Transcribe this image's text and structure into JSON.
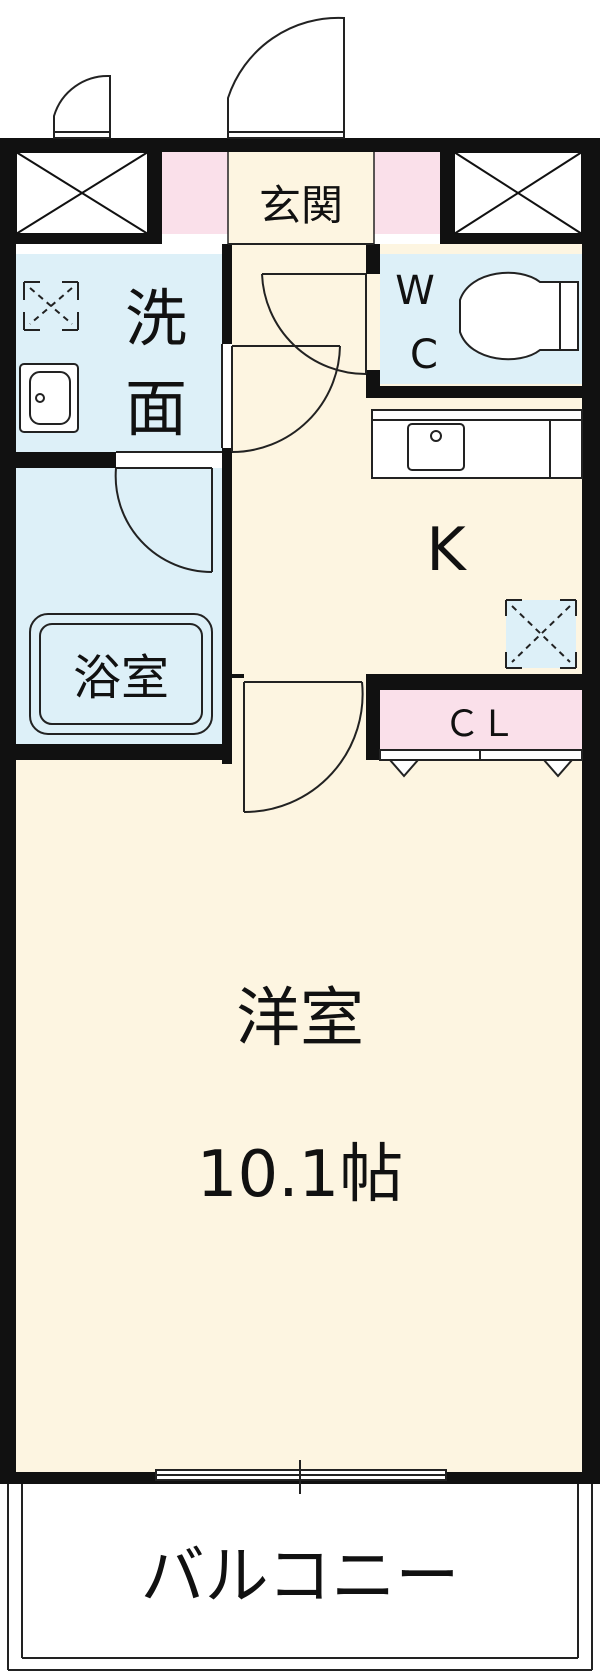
{
  "labels": {
    "entrance": "玄関",
    "wc_w": "W",
    "wc_c": "C",
    "washroom_line1": "洗",
    "washroom_line2": "面",
    "kitchen": "K",
    "bathroom": "浴室",
    "closet": "ＣＬ",
    "western_room": "洋室",
    "western_room_size": "10.1帖",
    "balcony": "バルコニー"
  },
  "colors": {
    "wall": "#111111",
    "living_fill": "#fdf5e1",
    "wet_area_fill": "#ddf0f8",
    "storage_fill": "#fae0ea",
    "outline": "#222222"
  }
}
